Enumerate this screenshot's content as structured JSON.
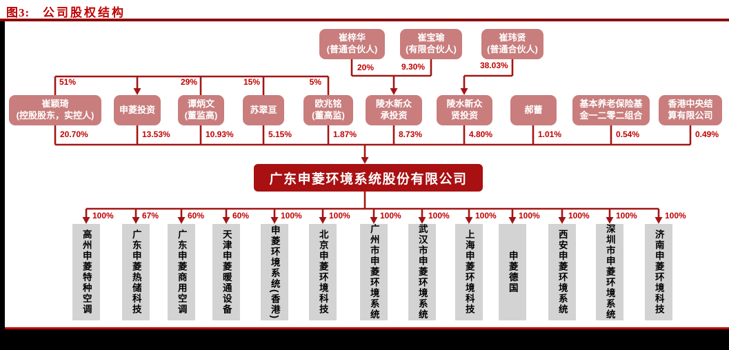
{
  "figure": {
    "label": "图3:",
    "title": "公司股权结构"
  },
  "colors": {
    "accent": "#C00000",
    "underline": "#8E0000",
    "line": "#A31515",
    "pink": "#C97D7D",
    "dark_red": "#A81012",
    "gray": "#D3D3D3"
  },
  "company": {
    "name": "广东申菱环境系统股份有限公司"
  },
  "top_partners": [
    {
      "name": "崔梓华",
      "role": "(普通合伙人)",
      "stake": "20%"
    },
    {
      "name": "崔宝瑜",
      "role": "(有限合伙人)",
      "stake": "9.30%"
    },
    {
      "name": "崔玮贤",
      "role": "(普通合伙人)",
      "stake": "38.03%"
    }
  ],
  "shareholders": [
    {
      "line1": "崔颖琦",
      "line2": "(控股股东，实控人)",
      "upper_stake": "51%",
      "stake": "20.70%"
    },
    {
      "line1": "申菱投资",
      "line2": "",
      "upper_stake": "",
      "stake": "13.53%"
    },
    {
      "line1": "谭炳文",
      "line2": "(董监高)",
      "upper_stake": "29%",
      "stake": "10.93%"
    },
    {
      "line1": "苏翠亘",
      "line2": "",
      "upper_stake": "15%",
      "stake": "5.15%"
    },
    {
      "line1": "欧兆铭",
      "line2": "(董高监)",
      "upper_stake": "5%",
      "stake": "1.87%"
    },
    {
      "line1": "陵水新众",
      "line2": "承投资",
      "upper_stake": "",
      "stake": "8.73%"
    },
    {
      "line1": "陵水新众",
      "line2": "贤投资",
      "upper_stake": "",
      "stake": "4.80%"
    },
    {
      "line1": "郝蕾",
      "line2": "",
      "upper_stake": "",
      "stake": "1.01%"
    },
    {
      "line1": "基本养老保险基",
      "line2": "金一二零二组合",
      "upper_stake": "",
      "stake": "0.54%"
    },
    {
      "line1": "香港中央结",
      "line2": "算有限公司",
      "upper_stake": "",
      "stake": "0.49%"
    }
  ],
  "subsidiaries": [
    {
      "name": "高州申菱特种空调",
      "stake": "100%"
    },
    {
      "name": "广东申菱热储科技",
      "stake": "67%"
    },
    {
      "name": "广东申菱商用空调",
      "stake": "60%"
    },
    {
      "name": "天津申菱暖通设备",
      "stake": "60%"
    },
    {
      "name": "申菱环境系统(香港)",
      "stake": "100%"
    },
    {
      "name": "北京申菱环境科技",
      "stake": "100%"
    },
    {
      "name": "广州市申菱环境系统",
      "stake": "100%"
    },
    {
      "name": "武汉市申菱环境系统",
      "stake": "100%"
    },
    {
      "name": "上海申菱环境科技",
      "stake": "100%"
    },
    {
      "name": "申菱德国",
      "stake": "100%"
    },
    {
      "name": "西安申菱环境系统",
      "stake": "100%"
    },
    {
      "name": "深圳市申菱环境系统",
      "stake": "100%"
    },
    {
      "name": "济南申菱环境科技",
      "stake": "100%"
    }
  ]
}
